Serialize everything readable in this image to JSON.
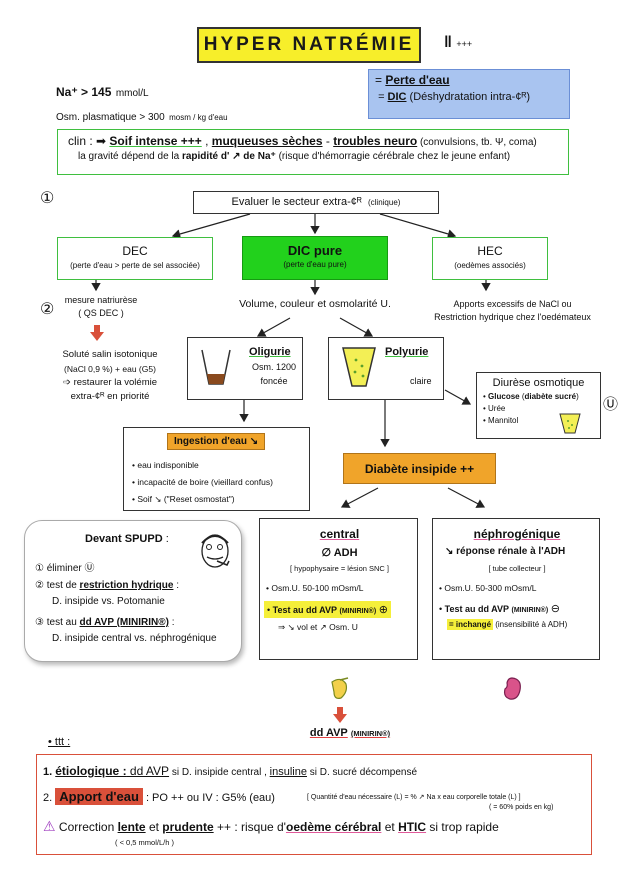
{
  "title": "HYPER NATRÉMIE",
  "title_note_mark": "ǁ",
  "title_note_plus": "+++",
  "def": {
    "na_label": "Na⁺ > 145",
    "na_unit": "mmol/L",
    "osm_label": "Osm. plasmatique > 300",
    "osm_unit": "mosm / kg d'eau"
  },
  "blue": {
    "line1_prefix": "= ",
    "line1": "Perte d'eau",
    "line2_prefix": "= ",
    "line2_bold": "DIC",
    "line2_rest": " (Déshydratation intra-¢ᴿ)"
  },
  "clin": {
    "prefix": "clin : ➡ ",
    "soif": "Soif intense +++",
    "comma": " ,  ",
    "muq": "muqueuses sèches",
    "dash": " - ",
    "neuro": "troubles neuro",
    "neuro_rest": " (convulsions, tb. Ψ, coma)",
    "line2_a": "la gravité dépend de la ",
    "line2_b": "rapidité d' ↗ de Na⁺",
    "line2_c": " (risque d'hémorragie cérébrale chez le jeune enfant)"
  },
  "step1": "①",
  "step2": "②",
  "evaluer": {
    "text": "Evaluer le secteur extra-¢ᴿ",
    "sub": "(clinique)"
  },
  "dec": {
    "title": "DEC",
    "sub": "(perte d'eau > perte de sel associée)"
  },
  "dic": {
    "title": "DIC pure",
    "sub": "(perte d'eau pure)"
  },
  "hec": {
    "title": "HEC",
    "sub": "(oedèmes associés)"
  },
  "dec_next": {
    "l1": "mesure natriurèse",
    "l2": "( QS DEC )"
  },
  "dec_tt": {
    "l1": "Soluté salin isotonique",
    "l2": "(NaCl 0,9 %) + eau (G5)",
    "l3": "➩ restaurer la volémie",
    "l4": "extra-¢ᴿ en priorité"
  },
  "volume": "Volume, couleur et osmolarité U.",
  "hec_next": {
    "l1": "Apports excessifs de NaCl  ou",
    "l2": "Restriction hydrique chez l'oedémateux"
  },
  "oligurie": {
    "title": "Oligurie",
    "l1": "Osm. 1200",
    "l2": "foncée"
  },
  "polyurie": {
    "title": "Polyurie",
    "l1": "claire"
  },
  "diurese": {
    "title": "Diurèse osmotique",
    "i1a": "Glucose",
    "i1b": "diabète sucré",
    "i2": "Urée",
    "i3": "Mannitol",
    "mark": "Ⓤ"
  },
  "ingestion": {
    "title": "Ingestion d'eau ↘",
    "i1": "eau indisponible",
    "i2": "incapacité de boire  (vieillard confus)",
    "i3": "Soif ↘  (\"Reset osmostat\")"
  },
  "diabete": "Diabète insipide ++",
  "spupd": {
    "title": "Devant SPUPD",
    "colon": " :",
    "s1": "① éliminer Ⓤ",
    "s2a": "② test de ",
    "s2b": "restriction hydrique",
    "s2c": " :",
    "s2d": "D. insipide vs. Potomanie",
    "s3a": "③ test au ",
    "s3b": "dd AVP (MINIRIN®)",
    "s3c": " :",
    "s3d": "D. insipide central vs. néphrogénique"
  },
  "central": {
    "title": "central",
    "adh": "∅ ADH",
    "hypo": "[ hypophysaire = lésion SNC ]",
    "osm": "Osm.U. 50-100 mOsm/L",
    "test": "Test au dd AVP",
    "minirin": "(MINIRIN®)",
    "plus": "⊕",
    "result": "⇒ ↘ vol et ↗ Osm. U"
  },
  "nephro": {
    "title": "néphrogénique",
    "reponse": "↘ réponse rénale à l'ADH",
    "tube": "[ tube collecteur ]",
    "osm": "Osm.U. 50-300 mOsm/L",
    "test": "Test au dd AVP",
    "minirin": "(MINIRIN®)",
    "minus": "⊖",
    "inch": "= inchangé",
    "insens": " (insensibilité à ADH)"
  },
  "dd_avp": {
    "main": "dd AVP",
    "sub": "(MINIRIN®)"
  },
  "ttt": "• ttt :",
  "treat": {
    "l1_num": "1. ",
    "l1_etio": "étiologique :",
    "l1_dd": " dd AVP",
    "l1_b": " si D. insipide central , ",
    "l1_ins": "insuline",
    "l1_c": " si D. sucré décompensé",
    "l2_num": "2. ",
    "l2_apport": "Apport d'eau",
    "l2_b": " : PO ++ ou IV : G5% (eau)",
    "l2_form": "[ Quantité d'eau nécessaire (L) = % ↗ Na  x  eau corporelle totale (L) ]",
    "l2_form2": "( = 60% poids en kg)",
    "l3_warn": "⚠",
    "l3_a": " Correction ",
    "l3_lente": "lente",
    "l3_et": " et ",
    "l3_prud": "prudente",
    "l3_b": "  ++ : risque d'",
    "l3_oed": "oedème cérébral",
    "l3_et2": " et ",
    "l3_htic": "HTIC",
    "l3_c": " si trop rapide",
    "l3_rate": "( < 0,5 mmol/L/h )"
  },
  "colors": {
    "yellow": "#f7ee2a",
    "green": "#22d11c",
    "orange": "#f0a42a",
    "blue": "#a9c4f0",
    "red": "#d9503a"
  },
  "icons": [
    "warning-icon",
    "face-icon",
    "pituitary-icon",
    "kidney-icon",
    "beaker-icon"
  ]
}
